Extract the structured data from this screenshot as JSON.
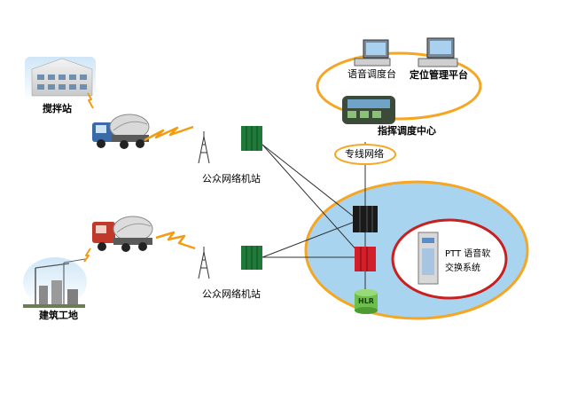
{
  "labels": {
    "mixing_station": "搅拌站",
    "construction_site": "建筑工地",
    "base_station_top": "公众网络机站",
    "base_station_bottom": "公众网络机站",
    "voice_dispatch_desk": "语音调度台",
    "positioning_platform": "定位管理平台",
    "command_center": "指挥调度中心",
    "dedicated_network": "专线网络",
    "hlr": "HLR",
    "ptt_line1": "PTT 语音软",
    "ptt_line2": "交换系统"
  },
  "colors": {
    "orange_ring": "#f5a623",
    "blue_fill": "#a9d4f0",
    "green_switch": "#1f7a3a",
    "red_switch": "#d21f2a",
    "black_switch": "#1a1a1a",
    "red_ring": "#c8201f",
    "signal_orange": "#f39c12"
  }
}
